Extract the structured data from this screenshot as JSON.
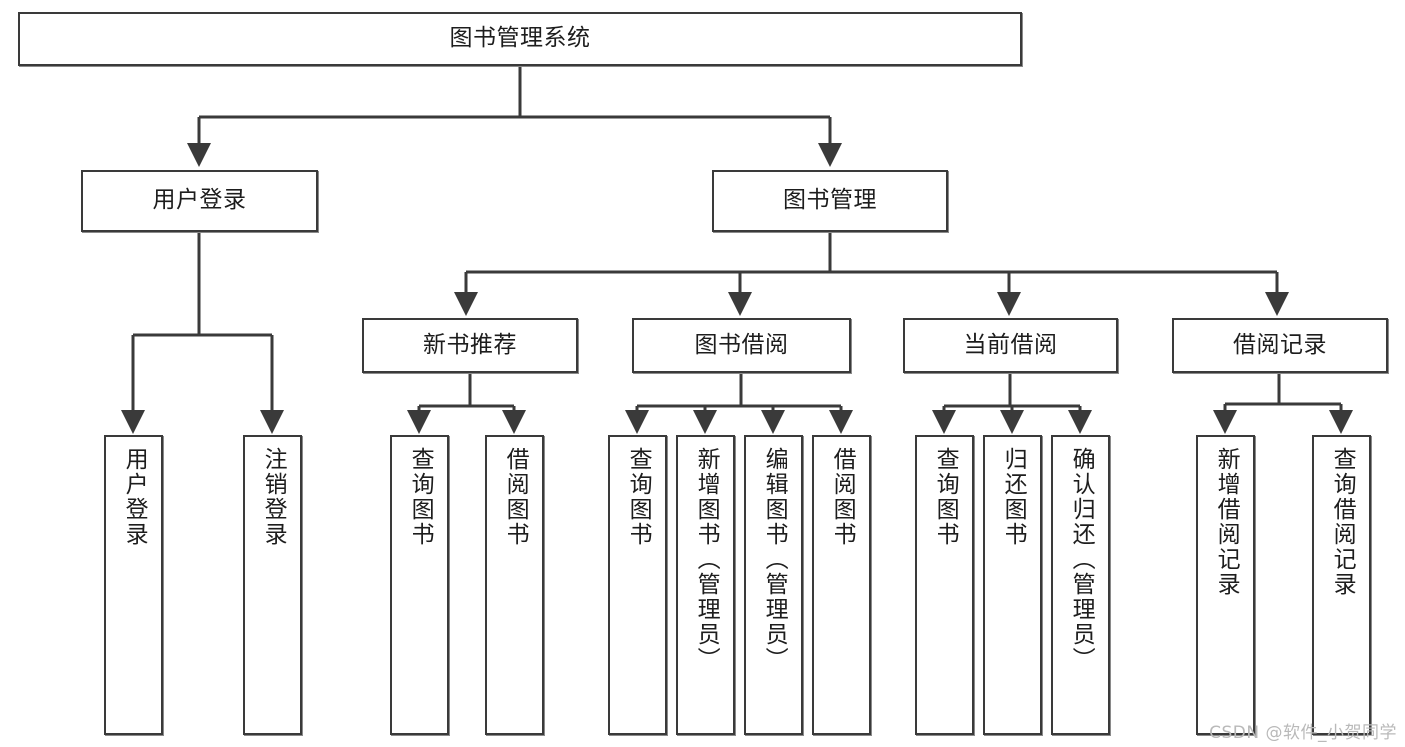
{
  "diagram": {
    "type": "tree-hierarchy-diagram",
    "title": "图书管理系统",
    "background_color": "#ffffff",
    "line_color": "#3a3a3a",
    "text_color": "#1d1d1d",
    "watermark": "CSDN @软件_小贺同学",
    "levels": {
      "root": {
        "label": "图书管理系统",
        "orientation": "horizontal"
      },
      "level2": [
        {
          "id": "user-login",
          "label": "用户登录",
          "orientation": "horizontal"
        },
        {
          "id": "book-management",
          "label": "图书管理",
          "orientation": "horizontal"
        }
      ],
      "level3": [
        {
          "id": "new-book-recommend",
          "label": "新书推荐",
          "orientation": "horizontal",
          "parent": "book-management"
        },
        {
          "id": "book-borrow",
          "label": "图书借阅",
          "orientation": "horizontal",
          "parent": "book-management"
        },
        {
          "id": "current-borrow",
          "label": "当前借阅",
          "orientation": "horizontal",
          "parent": "book-management"
        },
        {
          "id": "borrow-record",
          "label": "借阅记录",
          "orientation": "horizontal",
          "parent": "book-management"
        }
      ],
      "leaves": [
        {
          "id": "leaf-user-login",
          "label": "用户登录",
          "orientation": "vertical",
          "parent": "user-login"
        },
        {
          "id": "leaf-user-logout",
          "label": "注销登录",
          "orientation": "vertical",
          "parent": "user-login"
        },
        {
          "id": "leaf-query-book-1",
          "label": "查询图书",
          "orientation": "vertical",
          "parent": "new-book-recommend"
        },
        {
          "id": "leaf-borrow-book-1",
          "label": "借阅图书",
          "orientation": "vertical",
          "parent": "new-book-recommend"
        },
        {
          "id": "leaf-query-book-2",
          "label": "查询图书",
          "orientation": "vertical",
          "parent": "book-borrow"
        },
        {
          "id": "leaf-add-book",
          "label": "新增图书（管理员）",
          "orientation": "vertical",
          "parent": "book-borrow"
        },
        {
          "id": "leaf-edit-book",
          "label": "编辑图书（管理员）",
          "orientation": "vertical",
          "parent": "book-borrow"
        },
        {
          "id": "leaf-borrow-book-2",
          "label": "借阅图书",
          "orientation": "vertical",
          "parent": "book-borrow"
        },
        {
          "id": "leaf-query-book-3",
          "label": "查询图书",
          "orientation": "vertical",
          "parent": "current-borrow"
        },
        {
          "id": "leaf-return-book",
          "label": "归还图书",
          "orientation": "vertical",
          "parent": "current-borrow"
        },
        {
          "id": "leaf-confirm-return",
          "label": "确认归还（管理员）",
          "orientation": "vertical",
          "parent": "current-borrow"
        },
        {
          "id": "leaf-add-record",
          "label": "新增借阅记录",
          "orientation": "vertical",
          "parent": "borrow-record"
        },
        {
          "id": "leaf-query-record",
          "label": "查询借阅记录",
          "orientation": "vertical",
          "parent": "borrow-record"
        }
      ]
    }
  }
}
